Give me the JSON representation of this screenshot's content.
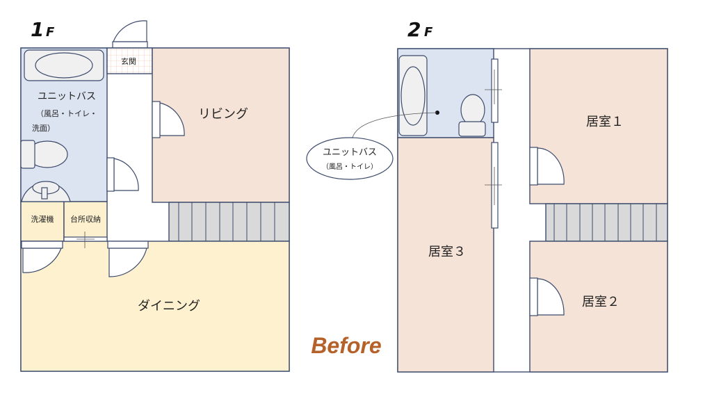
{
  "floor1": {
    "title_num": "1",
    "title_f": "F",
    "rooms": {
      "genkan": "玄関",
      "unit_bath": "ユニットバス",
      "unit_bath_sub1": "（風呂・トイレ・",
      "unit_bath_sub2": "洗面）",
      "living": "リビング",
      "laundry": "洗濯機",
      "kitchen_storage": "台所収納",
      "dining": "ダイニング"
    }
  },
  "floor2": {
    "title_num": "2",
    "title_f": "F",
    "rooms": {
      "room1": "居室１",
      "room2": "居室２",
      "room3": "居室３"
    },
    "callout": {
      "title": "ユニットバス",
      "sub": "（風呂・トイレ）"
    }
  },
  "label": "Before",
  "colors": {
    "bath": "#dce3f1",
    "room": "#f6e3d7",
    "dining": "#fdf1cf",
    "stairs": "#d9d9d9",
    "wall": "#3b4a6b",
    "before": "#b5622a"
  }
}
